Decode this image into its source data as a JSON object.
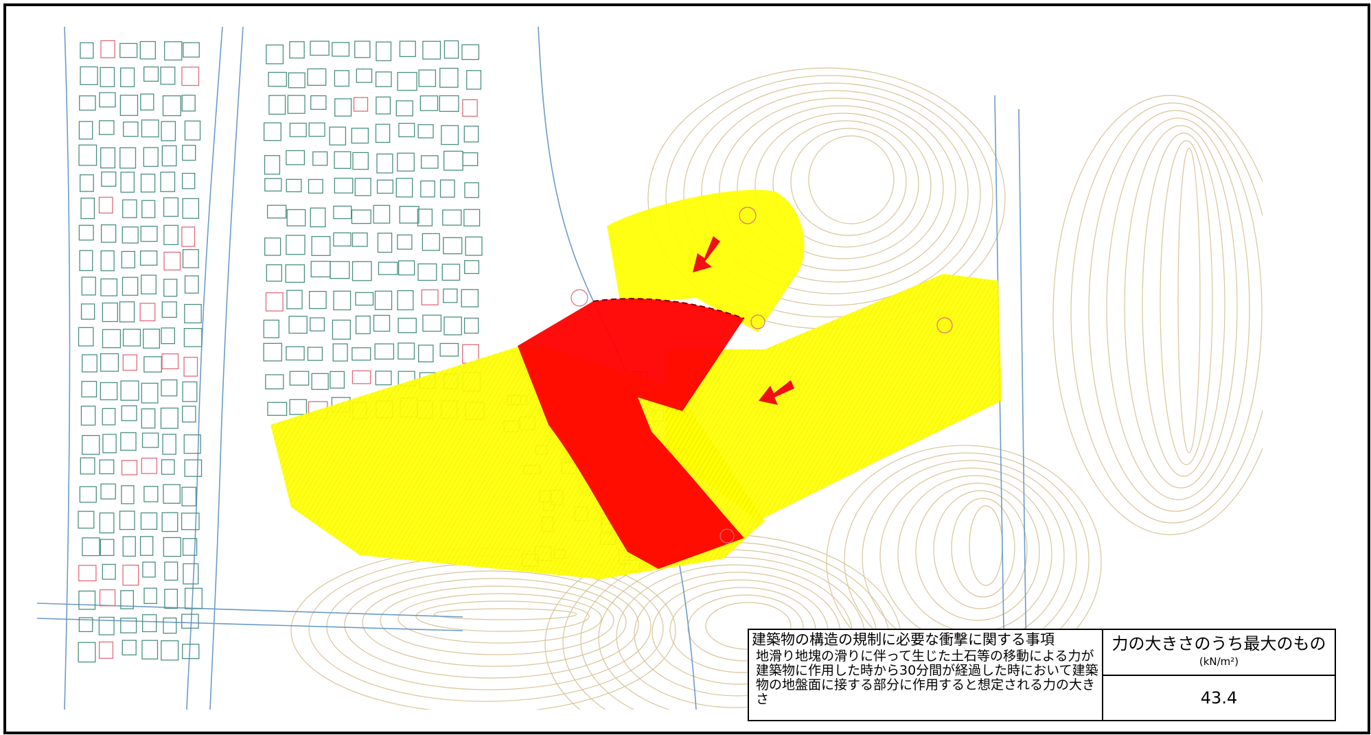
{
  "legend": {
    "title": "建築物の構造の規制に必要な衝撃に関する事項",
    "description": "地滑り地塊の滑りに伴って生じた土石等の移動による力が建築物に作用した時から30分間が経過した時において建築物の地盤面に接する部分に作用すると想定される力の大きさ",
    "value_header": "力の大きさのうち最大のもの",
    "unit": "(kN/m²)",
    "value": "43.4"
  },
  "colors": {
    "yellow_zone": "#ffff00",
    "red_zone": "#ff0000",
    "arrow": "#ee1111",
    "contour": "#d8c49a",
    "building": "#4a8f80",
    "building_alt": "#e06a7a",
    "road": "#6a9bc8"
  },
  "icons": {
    "arrow": "arrow-down-left-icon"
  }
}
